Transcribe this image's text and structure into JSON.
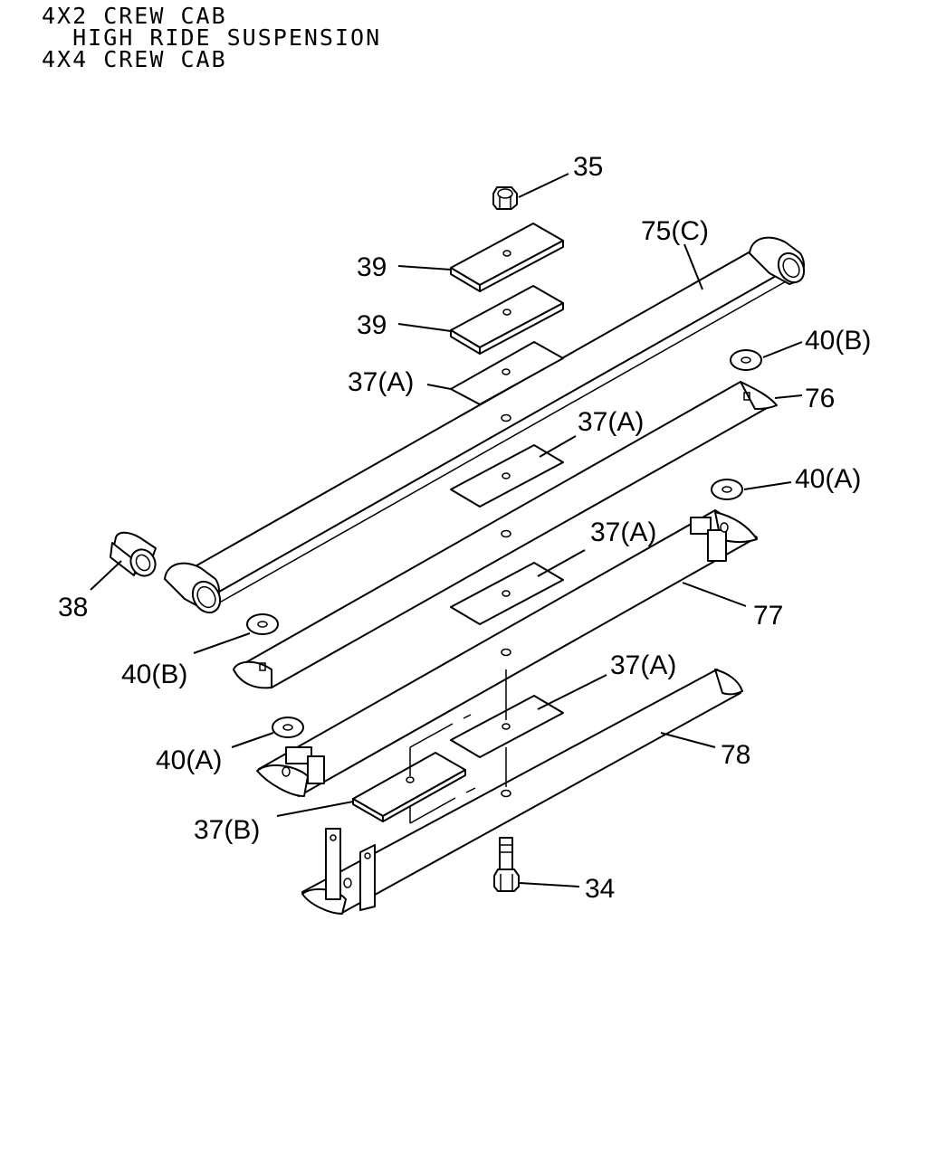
{
  "header": {
    "line1": "4X2 CREW CAB",
    "line2": "  HIGH RIDE SUSPENSION",
    "line3": "4X4 CREW CAB"
  },
  "labels": {
    "p35": "35",
    "p39a": "39",
    "p39b": "39",
    "p75c": "75(C)",
    "p40b_top": "40(B)",
    "p37a_1": "37(A)",
    "p76": "76",
    "p37a_2": "37(A)",
    "p40a_top": "40(A)",
    "p37a_3": "37(A)",
    "p38": "38",
    "p77": "77",
    "p40b_bot": "40(B)",
    "p37a_4": "37(A)",
    "p40a_bot": "40(A)",
    "p78": "78",
    "p37b": "37(B)",
    "p34": "34"
  }
}
